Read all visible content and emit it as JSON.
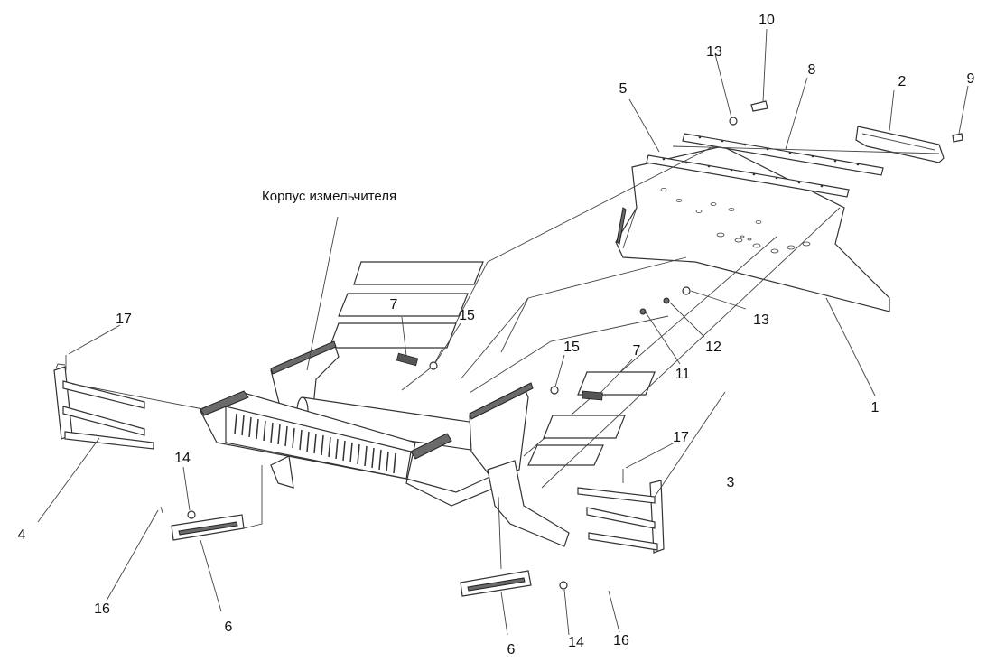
{
  "caption": "Корпус измельчителя",
  "callouts": {
    "c1": "1",
    "c2": "2",
    "c3": "3",
    "c4": "4",
    "c5": "5",
    "c6a": "6",
    "c6b": "6",
    "c7a": "7",
    "c7b": "7",
    "c8": "8",
    "c9": "9",
    "c10": "10",
    "c11": "11",
    "c12": "12",
    "c13a": "13",
    "c13b": "13",
    "c14a": "14",
    "c14b": "14",
    "c15a": "15",
    "c15b": "15",
    "c16a": "16",
    "c16b": "16",
    "c17a": "17",
    "c17b": "17"
  }
}
